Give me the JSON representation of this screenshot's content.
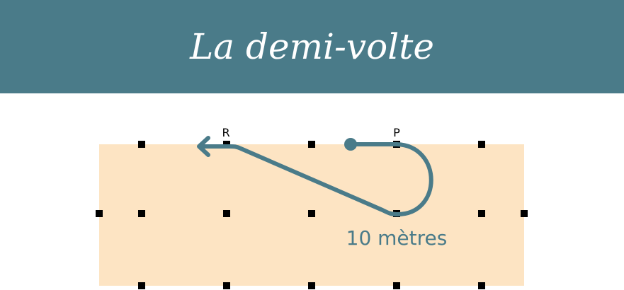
{
  "header": {
    "title": "La demi-volte"
  },
  "diagram": {
    "letters": [
      "R",
      "P"
    ],
    "distance_label": "10 mètres",
    "colors": {
      "header": "#4a7b89",
      "arena": "#fde4c3",
      "path": "#4a7b89",
      "marker": "#000000"
    }
  }
}
